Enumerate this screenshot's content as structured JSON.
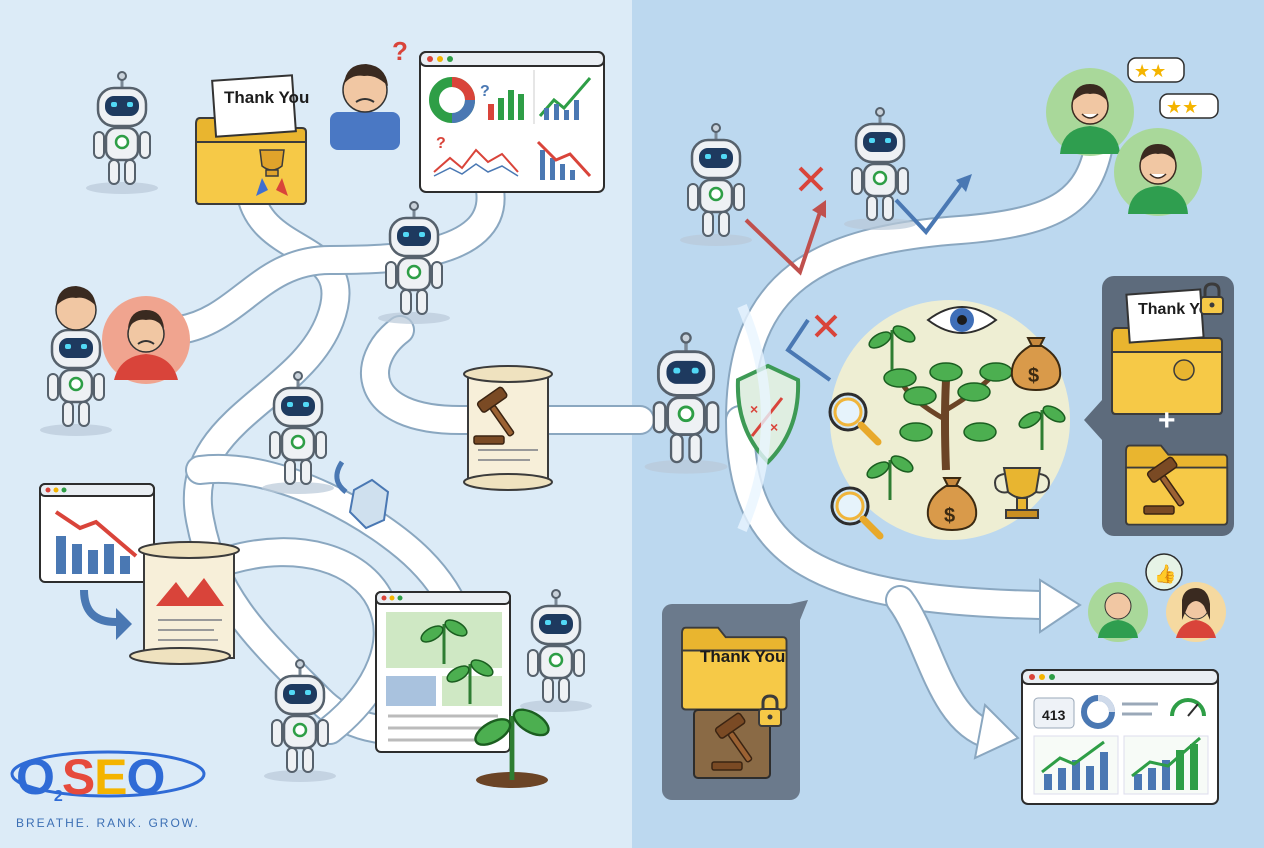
{
  "logo": {
    "letters": [
      "O",
      "S",
      "E",
      "O"
    ],
    "subscript": "2",
    "tagline": "BREATHE. RANK. GROW.",
    "colors": {
      "o": "#2f6bd6",
      "s": "#e64a3c",
      "e": "#f4b400",
      "o2": "#2f6bd6",
      "ring": "#2f6bd6"
    }
  },
  "labels": {
    "thank_you": "Thank You",
    "question_mark": "?",
    "plus": "+",
    "ranking_value": "413",
    "dollar": "$"
  },
  "colors": {
    "path": "#ffffff",
    "robot_body": "#e9ecef",
    "robot_visor": "#1e3a5f",
    "robot_eye": "#52d8f5",
    "folder": "#f5c542",
    "locked_panel": "#5d6b7c",
    "growth_green": "#2e9e46",
    "decline_red": "#d9443a",
    "bar_blue": "#4a78b3",
    "shield_green": "#3d9a55",
    "glow": "#fff6c9"
  },
  "icons": [
    "robot-icon",
    "folder-icon",
    "gavel-icon",
    "scroll-icon",
    "shield-icon",
    "eye-icon",
    "money-bag-icon",
    "trophy-icon",
    "magnifier-icon",
    "lock-icon",
    "star-icon",
    "thumbs-up-icon",
    "gauge-icon",
    "sprout-icon"
  ]
}
